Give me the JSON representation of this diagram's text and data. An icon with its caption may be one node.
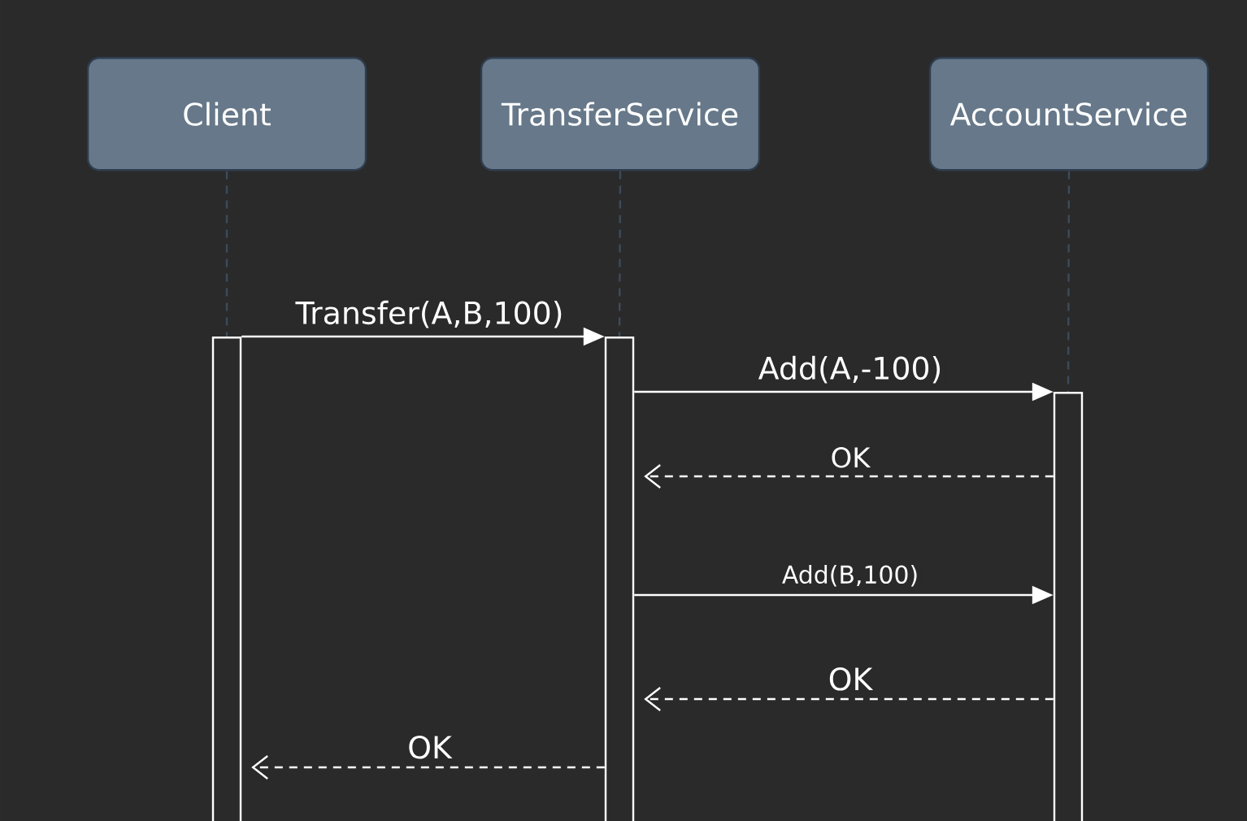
{
  "diagram": {
    "nodes": [
      {
        "text": [
          "Client"
        ]
      },
      {
        "text": [
          "TransferService"
        ]
      },
      {
        "text": [
          "AccountService"
        ]
      },
      {
        "text": [],
        "shape": "bar"
      },
      {
        "text": [],
        "shape": "bar"
      },
      {
        "text": [],
        "shape": "bar"
      }
    ],
    "edges": [
      {
        "from": 0,
        "to": 3,
        "arrow": "none",
        "style": "dashed",
        "color": "#3d4b5c"
      },
      {
        "from": 1,
        "to": 4,
        "arrow": "none",
        "style": "dashed",
        "color": "#3d4b5c"
      },
      {
        "from": 2,
        "to": 5,
        "arrow": "none",
        "style": "dashed",
        "color": "#3d4b5c"
      },
      {
        "from": 3,
        "to": 4,
        "arrow": "to",
        "label": "Transfer(A,B,100)"
      },
      {
        "from": 4,
        "to": 5,
        "arrow": "to",
        "label": "Add(A,-100)"
      },
      {
        "from": 5,
        "to": 4,
        "arrow": "to",
        "label": "OK",
        "style": "dashed"
      },
      {
        "from": 4,
        "to": 5,
        "arrow": "to",
        "label": "Add(B,100)"
      },
      {
        "from": 5,
        "to": 4,
        "arrow": "to",
        "label": "OK",
        "style": "dashed"
      },
      {
        "from": 4,
        "to": 3,
        "arrow": "to",
        "label": "OK",
        "style": "dashed"
      }
    ]
  }
}
